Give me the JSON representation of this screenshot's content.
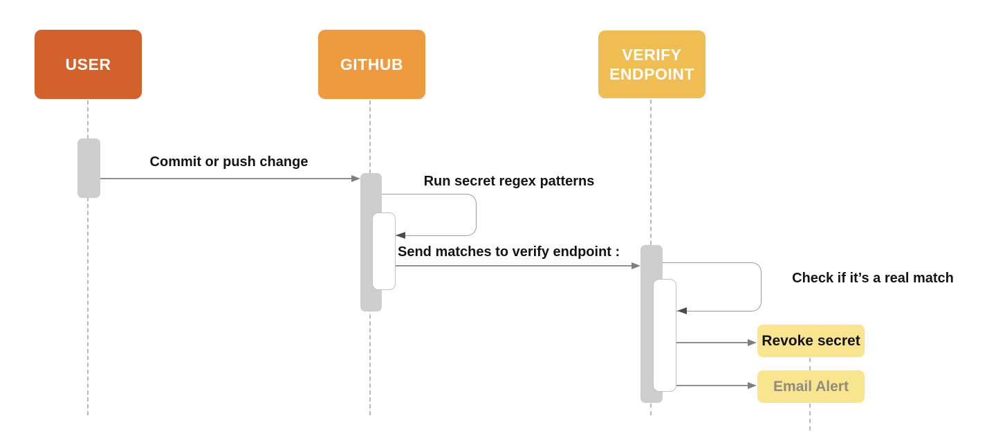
{
  "actors": [
    {
      "id": "user",
      "label": "USER"
    },
    {
      "id": "github",
      "label": "GITHUB"
    },
    {
      "id": "verify",
      "label": "VERIFY ENDPOINT"
    }
  ],
  "messages": {
    "commit": "Commit or push change",
    "regex": "Run secret regex patterns",
    "send_prefix": ":",
    "send": "Send matches to verify endpoint :",
    "check": "Check if it’s a real match",
    "revoke": "Revoke secret",
    "email": "Email Alert"
  },
  "colors": {
    "user_box": "#d2612b",
    "github_box": "#ee9b3f",
    "verify_box": "#efbd52",
    "note_box": "#fae58f",
    "activation_bar": "#cecece",
    "message_line": "#8f8f8f",
    "return_arrow": "#4b4b4b",
    "lifeline": "#b8b8b8",
    "email_alert_text": "#8f8b7e"
  }
}
